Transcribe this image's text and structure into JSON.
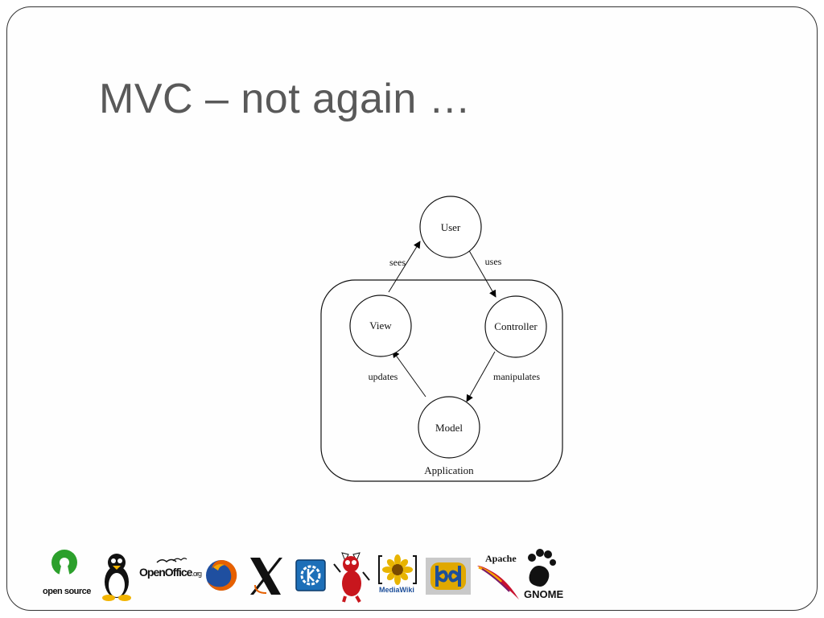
{
  "slide": {
    "title": "MVC – not again …"
  },
  "diagram": {
    "nodes": [
      {
        "id": "user",
        "label": "User"
      },
      {
        "id": "view",
        "label": "View"
      },
      {
        "id": "controller",
        "label": "Controller"
      },
      {
        "id": "model",
        "label": "Model"
      }
    ],
    "edges": [
      {
        "from": "view",
        "to": "user",
        "label": "sees"
      },
      {
        "from": "user",
        "to": "controller",
        "label": "uses"
      },
      {
        "from": "model",
        "to": "view",
        "label": "updates"
      },
      {
        "from": "controller",
        "to": "model",
        "label": "manipulates"
      }
    ],
    "group_label": "Application"
  },
  "logos": {
    "open_source": {
      "text": "open source",
      "icon": "open-source-keyhole-icon",
      "color": "#2ca02c"
    },
    "tux": {
      "icon": "tux-penguin-icon"
    },
    "openoffice": {
      "text": "OpenOffice",
      "suffix": ".org",
      "icon": "openoffice-gulls-icon"
    },
    "firefox": {
      "icon": "firefox-icon",
      "color": "#e66000"
    },
    "xorg": {
      "icon": "x-window-system-icon"
    },
    "kde": {
      "icon": "kde-gear-icon",
      "color": "#1d6fb8"
    },
    "bsd": {
      "icon": "bsd-daemon-icon",
      "color": "#c8161d"
    },
    "mediawiki": {
      "text": "MediaWiki",
      "icon": "mediawiki-sunflower-icon",
      "color": "#e8b400"
    },
    "db": {
      "icon": "db-logo-icon",
      "color": "#e0a800"
    },
    "apache": {
      "text": "Apache",
      "icon": "apache-feather-icon",
      "color": "#c8102e"
    },
    "gnome": {
      "text": "GNOME",
      "icon": "gnome-foot-icon"
    }
  }
}
